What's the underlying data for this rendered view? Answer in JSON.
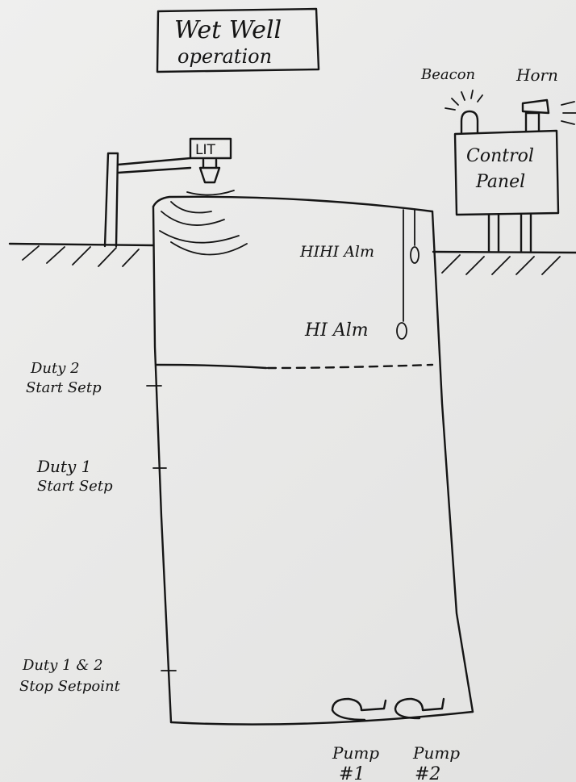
{
  "title": {
    "line1": "Wet Well",
    "line2": "operation"
  },
  "instrument": {
    "level_transmitter": "LIT"
  },
  "control_panel": {
    "line1": "Control",
    "line2": "Panel",
    "beacon": "Beacon",
    "horn": "Horn"
  },
  "alarms": {
    "hihi": "HIHI Alm",
    "hi": "HI Alm"
  },
  "setpoints": {
    "duty2_line1": "Duty 2",
    "duty2_line2": "Start Setp",
    "duty1_line1": "Duty 1",
    "duty1_line2": "Start Setp",
    "stop_line1": "Duty 1 & 2",
    "stop_line2": "Stop Setpoint"
  },
  "pumps": {
    "pump1_line1": "Pump",
    "pump1_line2": "#1",
    "pump2_line1": "Pump",
    "pump2_line2": "#2"
  }
}
